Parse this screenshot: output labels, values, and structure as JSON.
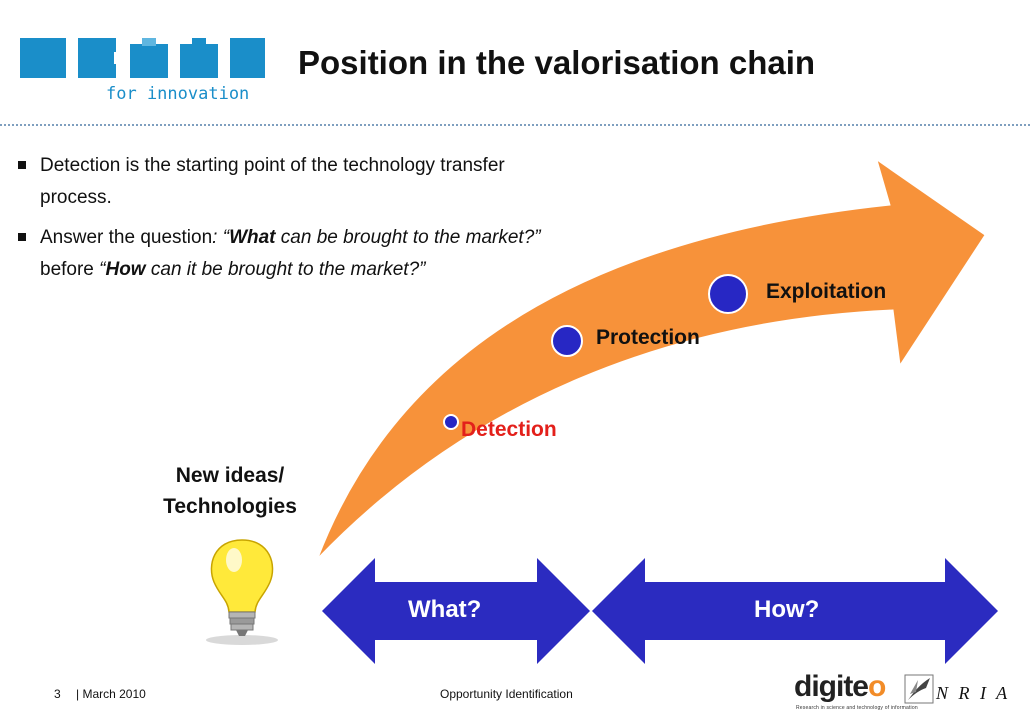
{
  "header": {
    "logo_tagline": "for innovation",
    "title": "Position in the valorisation chain"
  },
  "bullets": [
    {
      "line1": "Detection is the starting point of the technology transfer",
      "line2": "process."
    },
    {
      "prefix": "Answer the question",
      "q1_open": ": “",
      "q1_bold": "What",
      "q1_rest": " can be brought to the market?”",
      "before": "before ",
      "q2_open": "“",
      "q2_bold": "How",
      "q2_rest": " can it be brought to the market?”"
    }
  ],
  "diagram": {
    "origin_line1": "New ideas/",
    "origin_line2": "Technologies",
    "origin_icon": "lightbulb-icon",
    "stages": {
      "detection": "Detection",
      "protection": "Protection",
      "exploitation": "Exploitation"
    },
    "what_arrow": "What?",
    "how_arrow": "How?",
    "colors": {
      "curve_arrow": "#f7923a",
      "stage_dot": "#2727c4",
      "blue_arrows": "#2b2bc0",
      "detection_text": "#e3201b",
      "logo_blue": "#1a8ec9"
    }
  },
  "footer": {
    "page": "3",
    "date": "| March 2010",
    "center": "Opportunity Identification",
    "logo1": "digiteo",
    "logo1_tagline": "Research in science and technology of information",
    "logo2": "INRIA"
  }
}
